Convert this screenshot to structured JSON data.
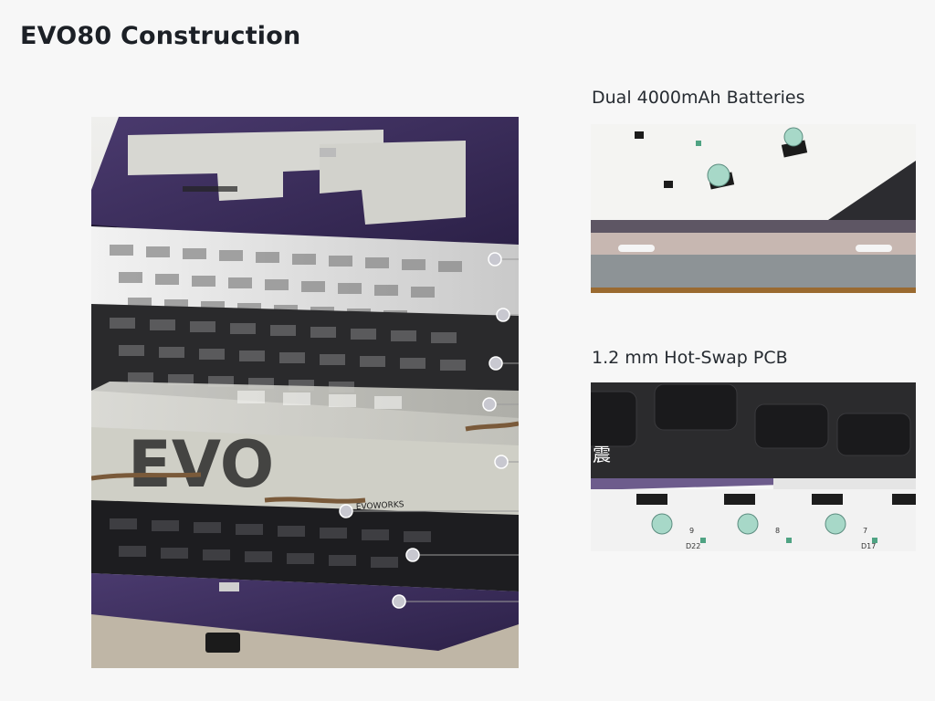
{
  "page": {
    "title": "EVO80 Construction"
  },
  "exploded_view": {
    "icon": "exploded-keyboard-layers",
    "brand_marks": [
      "EVOWORKS",
      "EVO"
    ]
  },
  "sections": [
    {
      "label": "Dual 4000mAh Batteries",
      "icon": "battery-pcb-photo"
    },
    {
      "label": "1.2 mm Hot-Swap PCB",
      "icon": "hotswap-pcb-photo",
      "overlay_glyph": "震",
      "board_labels": [
        "D22",
        "D17",
        "9",
        "8",
        "7"
      ]
    }
  ],
  "colors": {
    "case_purple": "#3b2a5a",
    "plate_white": "#e8e8e8",
    "foam_black": "#1f1f22",
    "pcb_white": "#f2f2f2"
  }
}
